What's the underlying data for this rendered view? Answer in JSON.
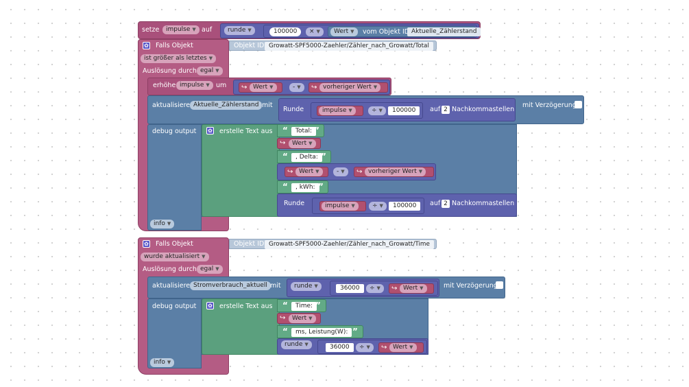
{
  "b1": {
    "setze": "setze",
    "var": "impulse",
    "auf": "auf",
    "runde": "runde",
    "num": "100000",
    "op": "×",
    "wert": "Wert",
    "vom": "vom Objekt ID",
    "obj": "Aktuelle_Zählerstand"
  },
  "trig1": {
    "falls": "Falls Objekt",
    "objid_label": "Objekt ID",
    "objid": "Growatt-SPF5000-Zaehler/Zähler_nach_Growatt/Total",
    "cond": "ist größer als letztes",
    "ausl": "Auslösung durch",
    "egal": "egal"
  },
  "inc": {
    "erhoehe": "erhöhe",
    "var": "impulse",
    "um": "um",
    "wert": "Wert",
    "minus": "-",
    "prev": "vorheriger Wert"
  },
  "upd1": {
    "akt": "aktualisiere",
    "obj": "Aktuelle_Zählerstand",
    "mit": "mit",
    "runde": "Runde",
    "var": "impulse",
    "div": "÷",
    "num": "100000",
    "auf": "auf",
    "n": "2",
    "nk": "Nachkommastellen",
    "delay": "mit Verzögerung"
  },
  "dbg1": {
    "debug": "debug output",
    "erstelle": "erstelle Text aus",
    "t1": "Total:",
    "wert": "Wert",
    "t2": ", Delta:",
    "wert2": "Wert",
    "minus": "-",
    "prev": "vorheriger Wert",
    "t3": ", kWh:",
    "runde": "Runde",
    "var": "impulse",
    "div": "÷",
    "num": "100000",
    "auf": "auf",
    "n": "2",
    "nk": "Nachkommastellen",
    "info": "info"
  },
  "trig2": {
    "falls": "Falls Objekt",
    "objid_label": "Objekt ID",
    "objid": "Growatt-SPF5000-Zaehler/Zähler_nach_Growatt/Time",
    "cond": "wurde aktualisiert",
    "ausl": "Auslösung durch",
    "egal": "egal"
  },
  "upd2": {
    "akt": "aktualisiere",
    "obj": "Stromverbrauch_aktuell",
    "mit": "mit",
    "runde": "runde",
    "num": "36000",
    "div": "÷",
    "wert": "Wert",
    "delay": "mit Verzögerung"
  },
  "dbg2": {
    "debug": "debug output",
    "erstelle": "erstelle Text aus",
    "t1": "Time:",
    "wert": "Wert",
    "t2": "ms, Leistung(W):",
    "runde": "runde",
    "num": "36000",
    "div": "÷",
    "wert2": "Wert",
    "info": "info"
  },
  "icons": {
    "gear": "gear-icon",
    "arrow": "variable-arrow-icon",
    "dropdown": "chevron-down-icon"
  },
  "colors": {
    "background": "#ffffff",
    "event": "#b45c84",
    "action": "#5b7fa6",
    "math": "#5e62ad",
    "text": "#5ba07e",
    "variable": "#b1506f"
  }
}
